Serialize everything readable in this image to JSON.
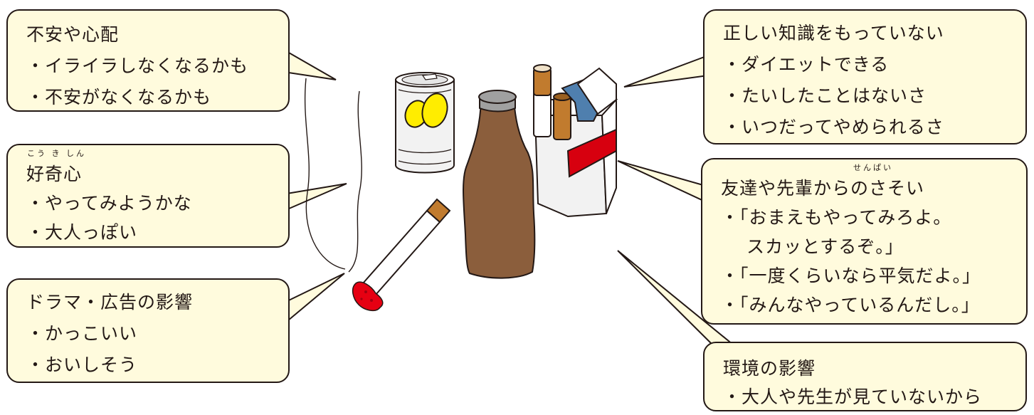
{
  "boxes": {
    "anxiety": {
      "title": "不安や心配",
      "items": [
        "・イライラしなくなるかも",
        "・不安がなくなるかも"
      ]
    },
    "curiosity": {
      "ruby": "こう き しん",
      "title": "好奇心",
      "items": [
        "・やってみようかな",
        "・大人っぽい"
      ]
    },
    "media": {
      "title": "ドラマ・広告の影響",
      "items": [
        "・かっこいい",
        "・おいしそう"
      ]
    },
    "knowledge": {
      "title": "正しい知識をもっていない",
      "items": [
        "・ダイエットできる",
        "・たいしたことはないさ",
        "・いつだってやめられるさ"
      ]
    },
    "peers": {
      "ruby": "せんぱい",
      "title": "友達や先輩からのさそい",
      "items": [
        "・「おまえもやってみろよ。",
        "スカッとするぞ。」",
        "・「一度くらいなら平気だよ。」",
        "・「みんなやっているんだし。」"
      ]
    },
    "environment": {
      "title": "環境の影響",
      "items": [
        "・大人や先生が見ていないから"
      ]
    }
  },
  "icons": [
    "smoke-icon",
    "cigarette-icon",
    "drink-can-icon",
    "liquor-bottle-icon",
    "cigarette-pack-icon"
  ],
  "colors": {
    "box_fill": "#fffbdd",
    "outline": "#231815",
    "bottle": "#8b5e3c",
    "filter": "#c17b2e",
    "ember": "#e60012",
    "pack_stripe": "#d7000f",
    "pack_tab": "#4f7fae",
    "lemon": "#ffed00"
  }
}
